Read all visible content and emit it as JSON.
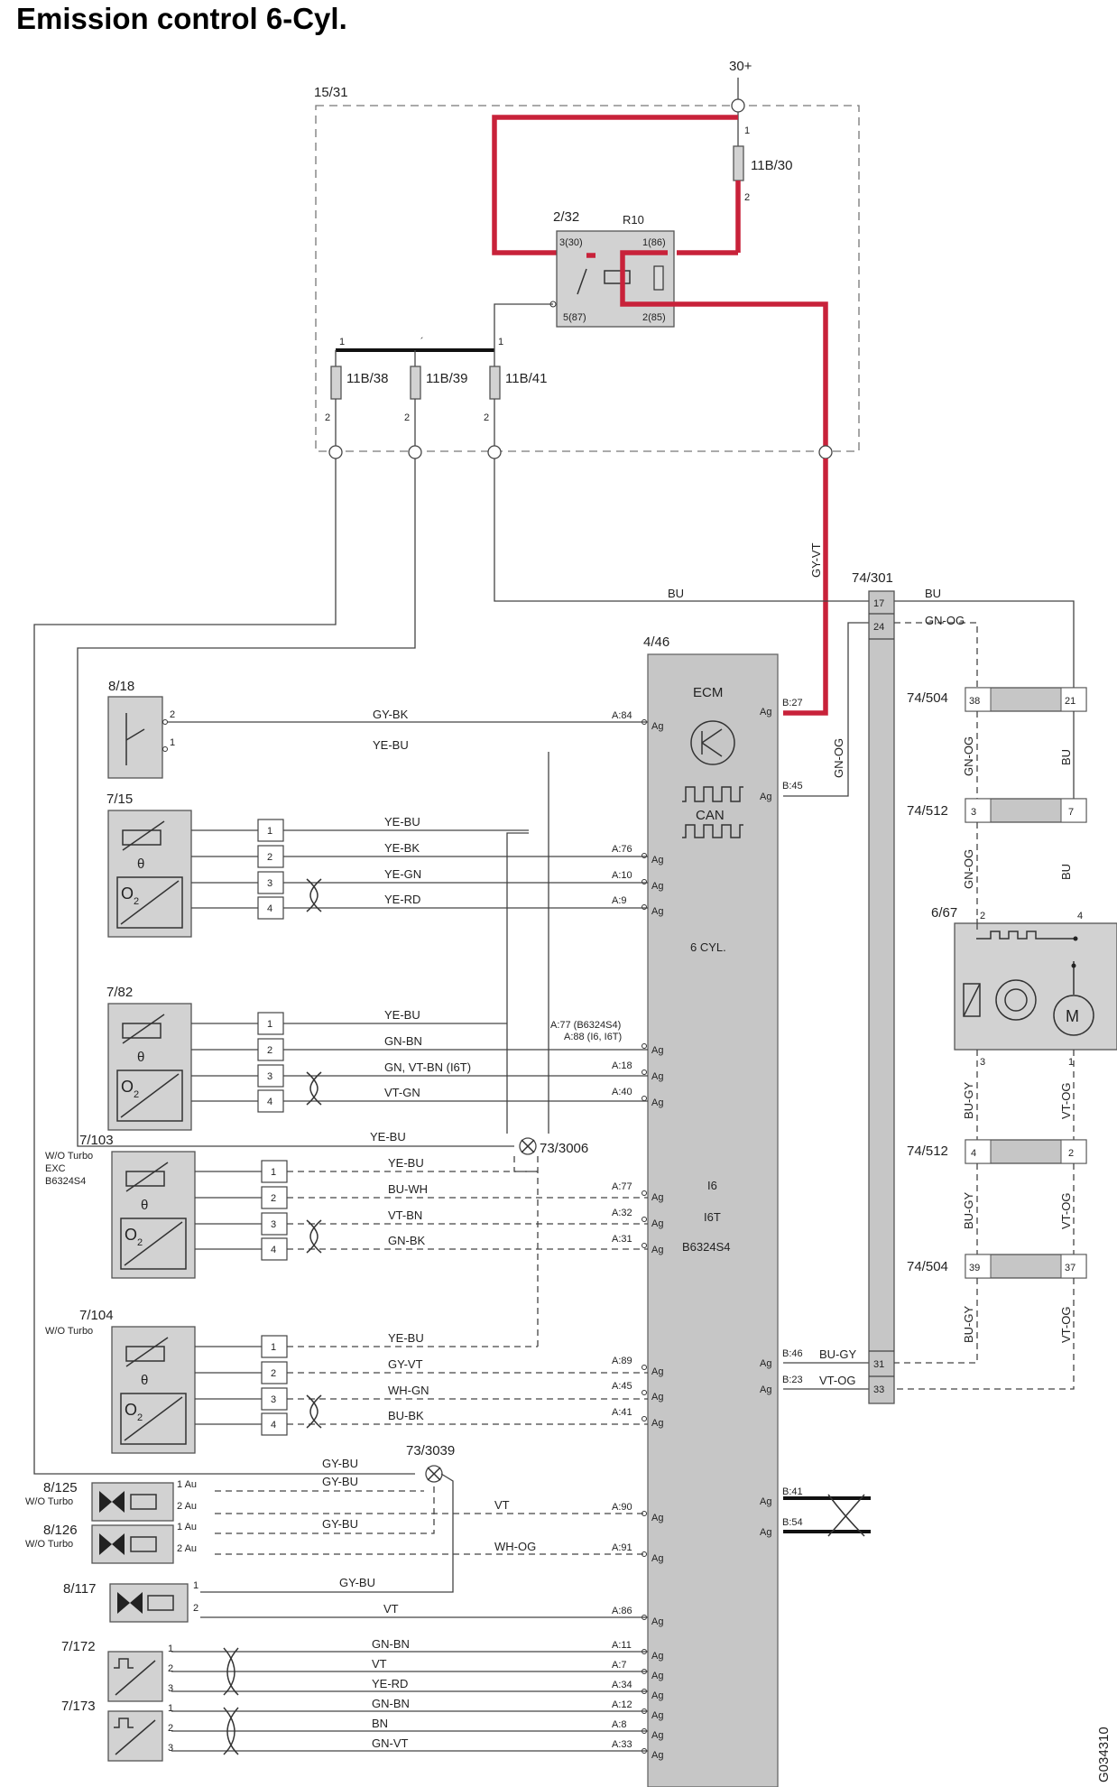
{
  "title": "Emission control 6-Cyl.",
  "image_code": "G034310",
  "supply": {
    "terminal": "30+",
    "frame_label": "15/31"
  },
  "relay": {
    "id": "2/32",
    "name": "R10",
    "pins": [
      "3(30)",
      "1(86)",
      "5(87)",
      "2(85)"
    ]
  },
  "fuses": [
    {
      "id": "11B/30",
      "pin_top": "1",
      "pin_bottom": "2"
    },
    {
      "id": "11B/38",
      "pin_top": "1",
      "pin_bottom": "2"
    },
    {
      "id": "11B/39",
      "pin_top": "´",
      "pin_bottom": "2"
    },
    {
      "id": "11B/41",
      "pin_top": "1",
      "pin_bottom": "2"
    }
  ],
  "ecm": {
    "id": "4/46",
    "title": "ECM",
    "can_label": "CAN",
    "label_6cyl": "6 CYL.",
    "variants": [
      "I6",
      "I6T",
      "B6324S4"
    ],
    "pin_suffix": "Ag",
    "left_pins": [
      {
        "pin": "A:84",
        "wire": "GY-BK"
      },
      {
        "pin": "A:76",
        "wire": "YE-BK"
      },
      {
        "pin": "A:10",
        "wire": "YE-GN"
      },
      {
        "pin": "A:9",
        "wire": "YE-RD"
      },
      {
        "pin": "A:77 (B6324S4)",
        "pin2": "A:88 (I6, I6T)",
        "wire": "GN-BN"
      },
      {
        "pin": "A:18",
        "wire": "GN, VT-BN (I6T)"
      },
      {
        "pin": "A:40",
        "wire": "VT-GN"
      },
      {
        "pin": "A:77",
        "wire": "BU-WH"
      },
      {
        "pin": "A:32",
        "wire": "VT-BN"
      },
      {
        "pin": "A:31",
        "wire": "GN-BK"
      },
      {
        "pin": "A:89",
        "wire": "GY-VT"
      },
      {
        "pin": "A:45",
        "wire": "WH-GN"
      },
      {
        "pin": "A:41",
        "wire": "BU-BK"
      },
      {
        "pin": "A:90",
        "wire": "VT"
      },
      {
        "pin": "A:91",
        "wire": "WH-OG"
      },
      {
        "pin": "A:86",
        "wire": "VT"
      },
      {
        "pin": "A:11",
        "wire": "GN-BN"
      },
      {
        "pin": "A:7",
        "wire": "VT"
      },
      {
        "pin": "A:34",
        "wire": "YE-RD"
      },
      {
        "pin": "A:12",
        "wire": "GN-BN"
      },
      {
        "pin": "A:8",
        "wire": "BN"
      },
      {
        "pin": "A:33",
        "wire": "GN-VT"
      }
    ],
    "right_pins": [
      {
        "pin": "B:27",
        "wire": "GY-VT"
      },
      {
        "pin": "B:45",
        "wire": "GN-OG"
      },
      {
        "pin": "B:46",
        "wire": "BU-GY"
      },
      {
        "pin": "B:23",
        "wire": "VT-OG"
      },
      {
        "pin": "B:41",
        "wire": ""
      },
      {
        "pin": "B:54",
        "wire": ""
      }
    ]
  },
  "components": {
    "c8_18": {
      "id": "8/18",
      "pins": [
        "2",
        "1"
      ],
      "wires": [
        "GY-BK",
        "YE-BU"
      ]
    },
    "c7_15": {
      "id": "7/15",
      "pins": [
        "1",
        "2",
        "3",
        "4"
      ],
      "wires": [
        "YE-BU",
        "YE-BK",
        "YE-GN",
        "YE-RD"
      ]
    },
    "c7_82": {
      "id": "7/82",
      "pins": [
        "1",
        "2",
        "3",
        "4"
      ],
      "wires": [
        "YE-BU",
        "GN-BN",
        "GN, VT-BN (I6T)",
        "VT-GN"
      ]
    },
    "c7_103": {
      "id": "7/103",
      "note1": "W/O Turbo",
      "note2": "EXC",
      "note3": "B6324S4",
      "pins": [
        "1",
        "2",
        "3",
        "4"
      ],
      "wires": [
        "YE-BU",
        "BU-WH",
        "VT-BN",
        "GN-BK"
      ]
    },
    "c7_104": {
      "id": "7/104",
      "note1": "W/O Turbo",
      "pins": [
        "1",
        "2",
        "3",
        "4"
      ],
      "wires": [
        "YE-BU",
        "GY-VT",
        "WH-GN",
        "BU-BK"
      ]
    },
    "c8_125": {
      "id": "8/125",
      "note1": "W/O Turbo",
      "pins": [
        "1 Au",
        "2 Au"
      ]
    },
    "c8_126": {
      "id": "8/126",
      "note1": "W/O Turbo",
      "pins": [
        "1 Au",
        "2 Au"
      ]
    },
    "c8_117": {
      "id": "8/117",
      "pins": [
        "1",
        "2"
      ]
    },
    "c7_172": {
      "id": "7/172",
      "pins": [
        "1",
        "2",
        "3"
      ]
    },
    "c7_173": {
      "id": "7/173",
      "pins": [
        "1",
        "2",
        "3"
      ]
    },
    "c6_67": {
      "id": "6/67",
      "pins": [
        "2",
        "4",
        "3",
        "1"
      ],
      "motor_label": "M"
    }
  },
  "sensor_symbol": {
    "o2": "O",
    "o2_sub": "2",
    "theta": "θ"
  },
  "splices": [
    {
      "id": "73/3006",
      "wire": "YE-BU"
    },
    {
      "id": "73/3039",
      "wires": [
        "GY-BU",
        "GY-BU",
        "GY-BU",
        "GY-BU"
      ]
    }
  ],
  "connectors": {
    "c74_301": {
      "id": "74/301",
      "pins": [
        "17",
        "24",
        "31",
        "33"
      ]
    },
    "c74_504a": {
      "id": "74/504",
      "pins": [
        "38",
        "21"
      ]
    },
    "c74_512a": {
      "id": "74/512",
      "pins": [
        "3",
        "7"
      ]
    },
    "c74_512b": {
      "id": "74/512",
      "pins": [
        "4",
        "2"
      ]
    },
    "c74_504b": {
      "id": "74/504",
      "pins": [
        "39",
        "37"
      ]
    }
  },
  "wire_labels": {
    "red_vertical": "GY-VT",
    "bu_top": "BU",
    "bu_right": "BU",
    "gn_og_top": "GN-OG",
    "gn_og_vert": "GN-OG",
    "gn_og_mid": "GN-OG",
    "gn_og_low": "GN-OG",
    "bu_vert1": "BU",
    "bu_vert2": "BU",
    "bu_gy_1": "BU-GY",
    "vt_og_1": "VT-OG",
    "bu_gy_2": "BU-GY",
    "vt_og_2": "VT-OG",
    "bu_gy_3": "BU-GY",
    "vt_og_3": "VT-OG",
    "ye_bu_3006": "YE-BU"
  }
}
